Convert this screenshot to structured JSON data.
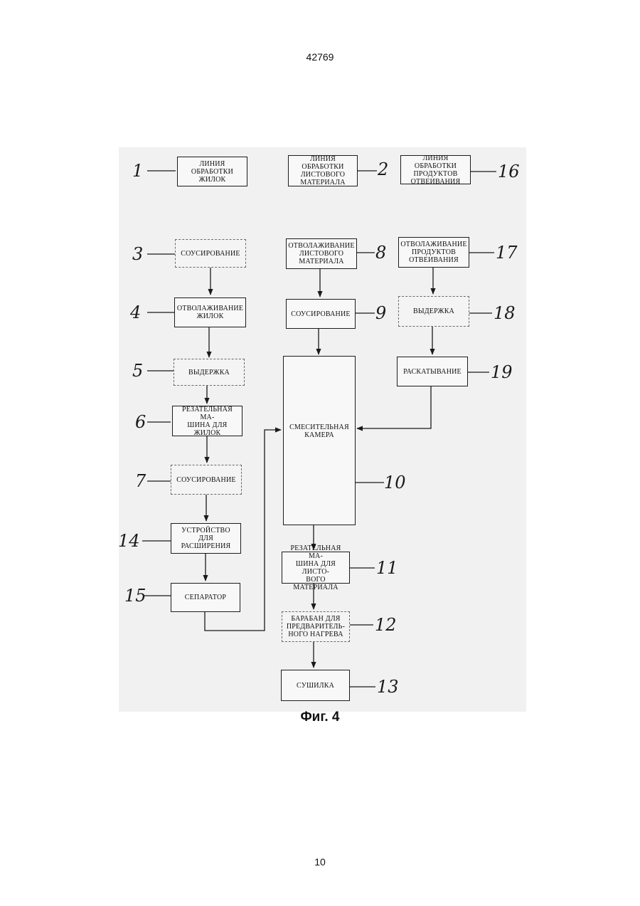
{
  "header": {
    "patent_number": "42769"
  },
  "figure": {
    "caption": "Фиг. 4",
    "blocks": {
      "b1": "ЛИНИЯ ОБРАБОТКИ\nЖИЛОК",
      "b2": "ЛИНИЯ ОБРАБОТКИ\nЛИСТОВОГО\nМАТЕРИАЛА",
      "b16": "ЛИНИЯ ОБРАБОТКИ\nПРОДУКТОВ\nОТВЕИВАНИЯ",
      "b3": "СОУСИРОВАНИЕ",
      "b4": "ОТВОЛАЖИВАНИЕ\nЖИЛОК",
      "b5": "ВЫДЕРЖКА",
      "b6": "РЕЗАТЕЛЬНАЯ МА-\nШИНА ДЛЯ ЖИЛОК",
      "b7": "СОУСИРОВАНИЕ",
      "b14": "УСТРОЙСТВО\nДЛЯ РАСШИРЕНИЯ",
      "b15": "СЕПАРАТОР",
      "b8": "ОТВОЛАЖИВАНИЕ\nЛИСТОВОГО\nМАТЕРИАЛА",
      "b9": "СОУСИРОВАНИЕ",
      "b10": "СМЕСИТЕЛЬНАЯ\nКАМЕРА",
      "b11": "РЕЗАТЕЛЬНАЯ МА-\nШИНА ДЛЯ ЛИСТО-\nВОГО МАТЕРИАЛА",
      "b12": "БАРАБАН ДЛЯ\nПРЕДВАРИТЕЛЬ-\nНОГО НАГРЕВА",
      "b13": "СУШИЛКА",
      "b17": "ОТВОЛАЖИВАНИЕ\nПРОДУКТОВ\nОТВЕИВАНИЯ",
      "b18": "ВЫДЕРЖКА",
      "b19": "РАСКАТЫВАНИЕ"
    },
    "labels": {
      "l1": "1",
      "l2": "2",
      "l3": "3",
      "l4": "4",
      "l5": "5",
      "l6": "6",
      "l7": "7",
      "l8": "8",
      "l9": "9",
      "l10": "10",
      "l11": "11",
      "l12": "12",
      "l13": "13",
      "l14": "14",
      "l15": "15",
      "l16": "16",
      "l17": "17",
      "l18": "18",
      "l19": "19"
    }
  },
  "footer": {
    "page_number": "10"
  }
}
